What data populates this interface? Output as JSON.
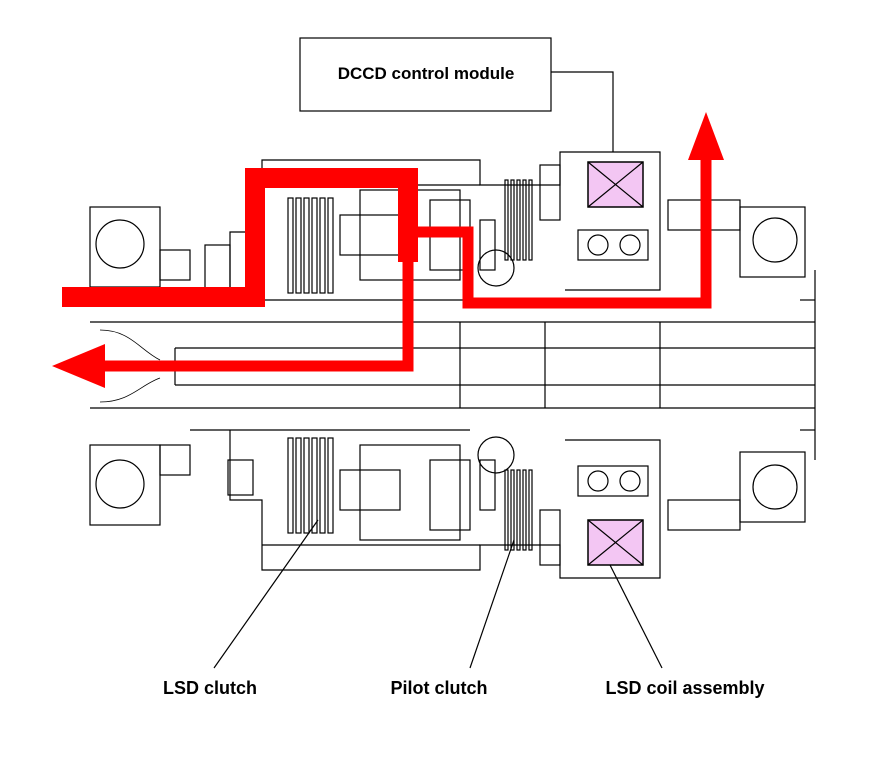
{
  "control_module": {
    "label": "DCCD control module"
  },
  "callouts": {
    "lsd_clutch": "LSD clutch",
    "pilot_clutch": "Pilot clutch",
    "lsd_coil_assembly": "LSD coil assembly"
  },
  "colors": {
    "flow_arrow": "#ff0000",
    "coil_fill": "#f3c6f3",
    "line": "#000000",
    "background": "#ffffff"
  }
}
